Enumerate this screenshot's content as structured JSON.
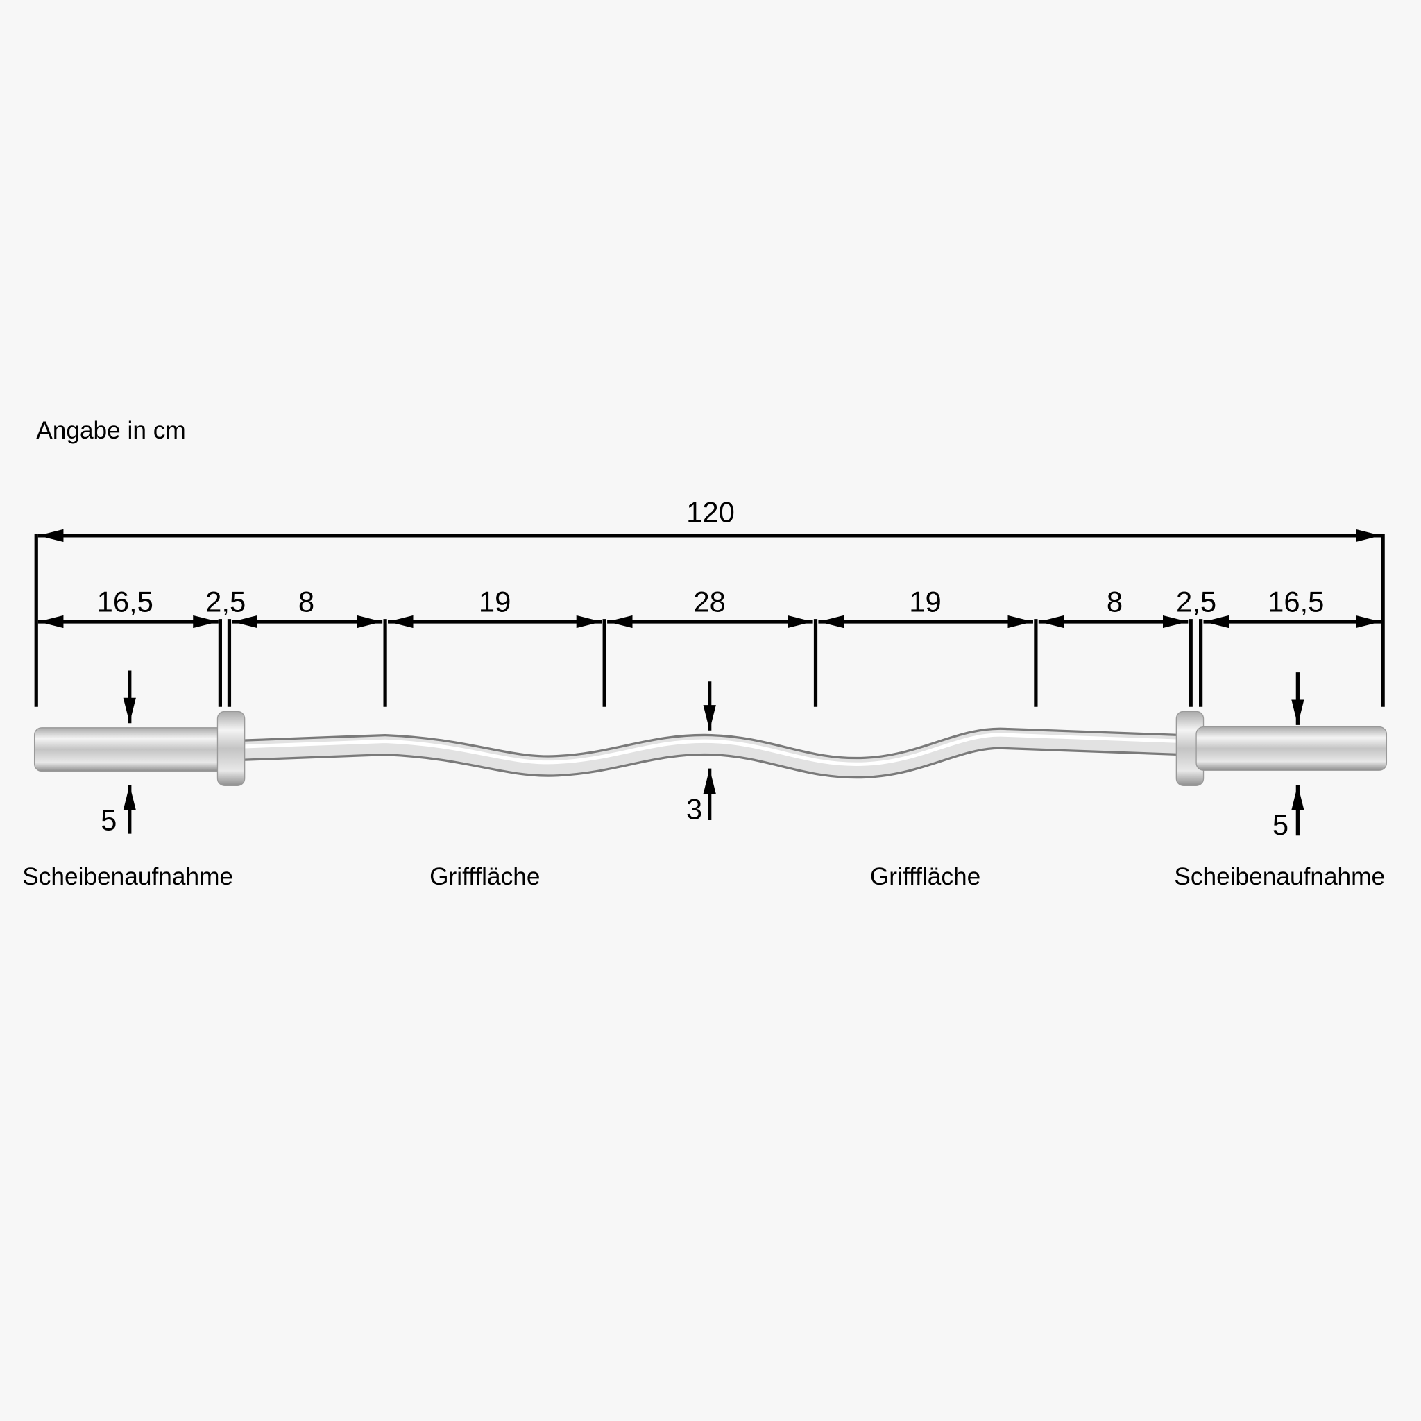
{
  "unit_note": "Angabe in cm",
  "total_length": "120",
  "segments": [
    "16,5",
    "2,5",
    "8",
    "19",
    "28",
    "19",
    "8",
    "2,5",
    "16,5"
  ],
  "diameters": {
    "left_sleeve": "5",
    "center_grip": "3",
    "right_sleeve": "5"
  },
  "zones": {
    "left": "Scheibenaufnahme",
    "grip_left": "Grifffläche",
    "grip_right": "Grifffläche",
    "right": "Scheibenaufnahme"
  },
  "colors": {
    "background": "#f7f7f7",
    "lines": "#000000",
    "chrome": "#c8c8c8"
  }
}
